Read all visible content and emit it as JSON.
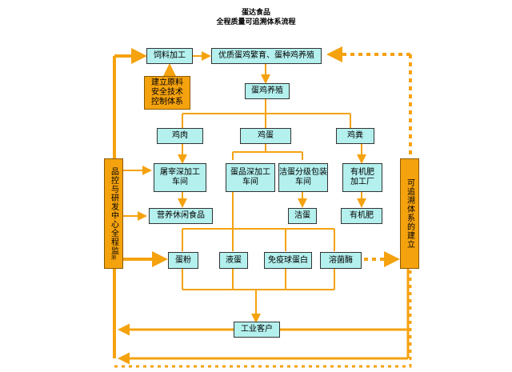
{
  "header": {
    "company": "蛋达食品",
    "subtitle": "全程质量可追溯体系流程"
  },
  "colors": {
    "box_fill": "#b3f0ee",
    "accent": "#f5a20f",
    "arrow": "#f5a20f"
  },
  "nodes": {
    "feed_processing": "饲料加工",
    "breeding": "优质蛋鸡繁育、蛋种鸡养殖",
    "raw_material_control": "建立原料\n安全技术\n控制体系",
    "layer_farming": "蛋鸡养殖",
    "chicken_meat": "鸡肉",
    "eggs": "鸡蛋",
    "chicken_manure": "鸡粪",
    "slaughter_workshop": "屠宰深加工\n车间",
    "egg_processing_workshop": "蛋品深加工\n车间",
    "clean_egg_workshop": "洁蛋分级包装\n车间",
    "fertilizer_plant": "有机肥\n加工厂",
    "snack_food": "营养休闲食品",
    "clean_egg": "洁蛋",
    "organic_fertilizer": "有机肥",
    "egg_powder": "蛋粉",
    "liquid_egg": "液蛋",
    "immune_globulin": "免疫球蛋白",
    "lysozyme": "溶菌酶",
    "industrial_customers": "工业客户",
    "rd_center": "品控与研发中心全程监",
    "rd_center_tail": "测",
    "traceability_system": "可追溯体系的建立"
  }
}
